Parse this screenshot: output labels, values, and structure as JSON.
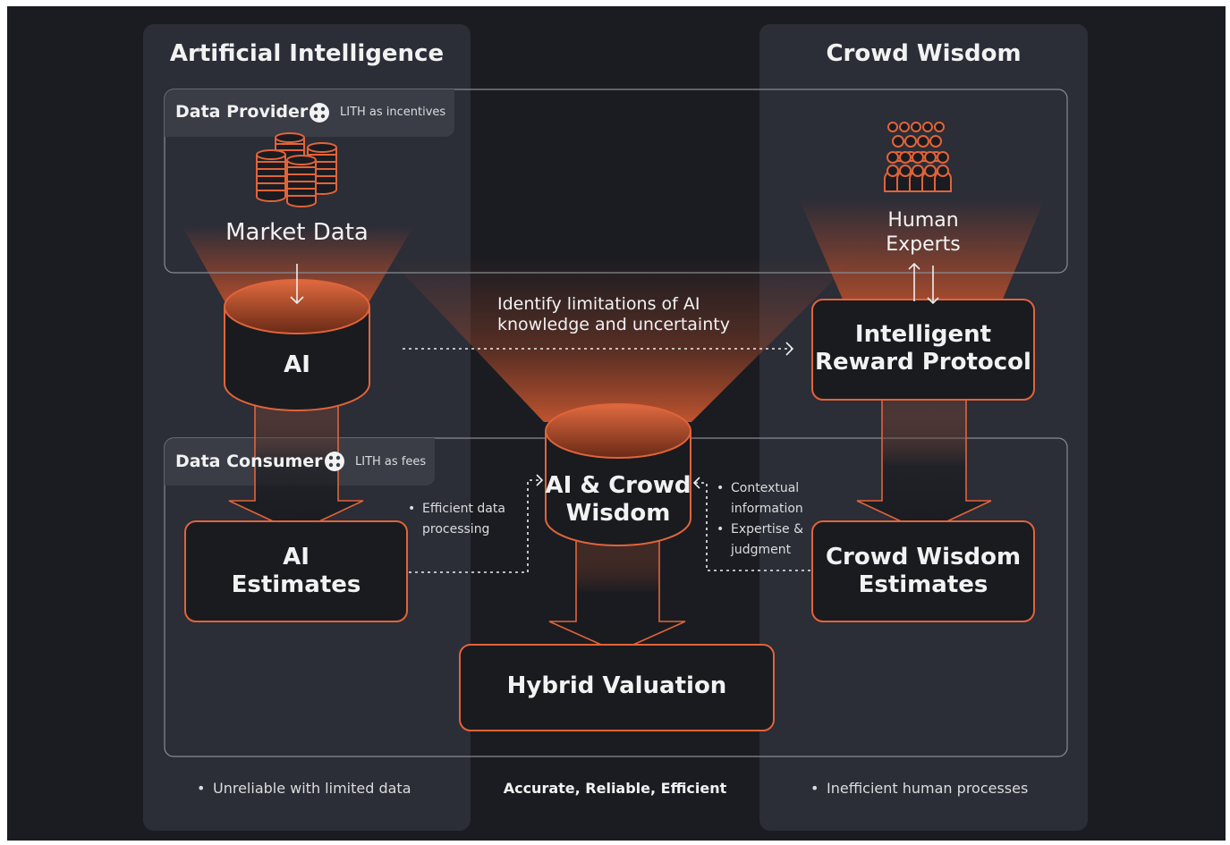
{
  "columns": {
    "ai": "Artificial Intelligence",
    "crowd": "Crowd Wisdom"
  },
  "provider": {
    "label": "Data Provider",
    "note": "LITH as incentives",
    "market": "Market Data"
  },
  "consumer": {
    "label": "Data Consumer",
    "note": "LITH as fees"
  },
  "nodes": {
    "ai": "AI",
    "ai_crowd_1": "AI & Crowd",
    "ai_crowd_2": "Wisdom",
    "reward_1": "Intelligent",
    "reward_2": "Reward Protocol",
    "human_1": "Human",
    "human_2": "Experts",
    "ai_est_1": "AI",
    "ai_est_2": "Estimates",
    "cw_est_1": "Crowd Wisdom",
    "cw_est_2": "Estimates",
    "hybrid": "Hybrid Valuation"
  },
  "annotations": {
    "limits_1": "Identify limitations of AI",
    "limits_2": "knowledge and uncertainty",
    "eff_1": "Efficient data",
    "eff_2": "processing",
    "ctx_1": "Contextual",
    "ctx_2": "information",
    "exp_1": "Expertise &",
    "exp_2": "judgment",
    "bullet": "•"
  },
  "footer": {
    "left": "Unreliable with limited data",
    "center": "Accurate, Reliable, Efficient",
    "right": "Inefficient human processes"
  },
  "icons": [
    "coins-stack-icon",
    "people-crowd-icon",
    "lith-token-icon"
  ],
  "colors": {
    "background": "#1b1c21",
    "column_panel": "#2b2d37",
    "accent": "#e0643a",
    "box_fill": "#1a1b1f",
    "text": "#f2f2f2"
  }
}
